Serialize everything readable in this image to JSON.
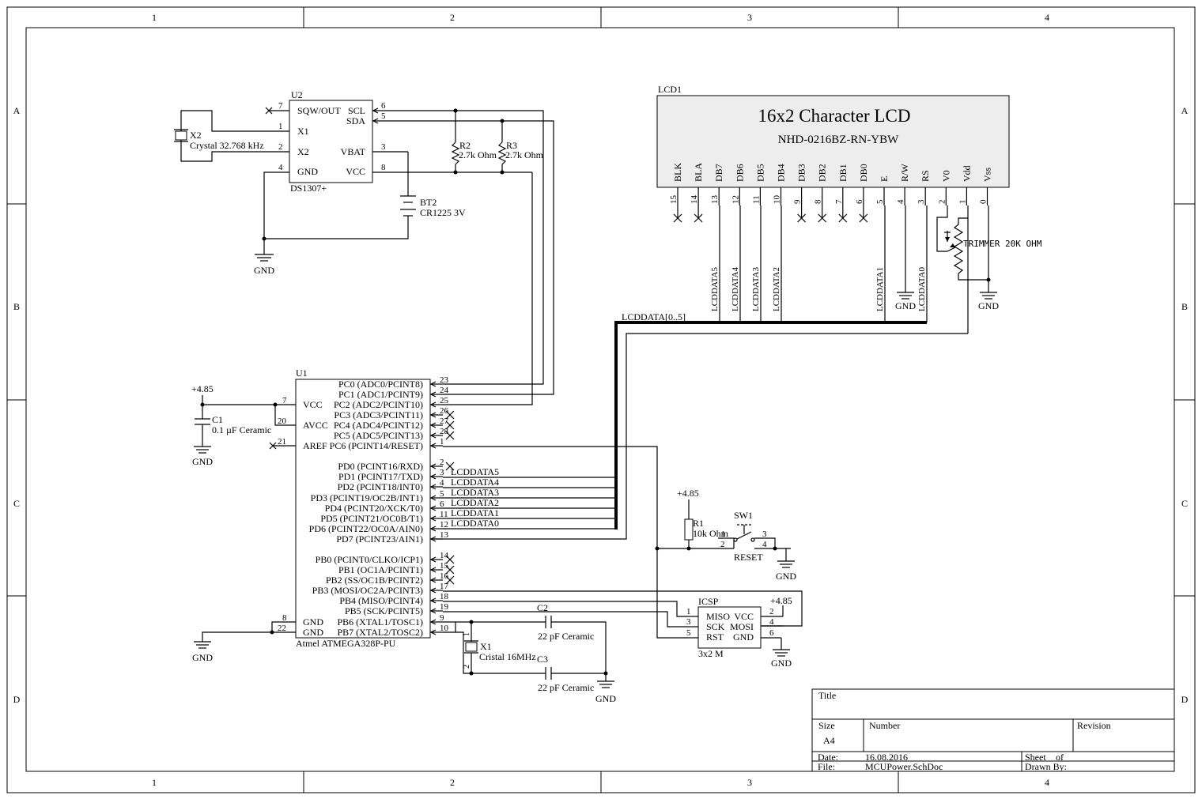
{
  "border": {
    "columns": [
      "1",
      "2",
      "3",
      "4"
    ],
    "rows": [
      "A",
      "B",
      "C",
      "D"
    ]
  },
  "lcd": {
    "designator": "LCD1",
    "title": "16x2 Character LCD",
    "part": "NHD-0216BZ-RN-YBW",
    "pins": [
      {
        "name": "BLK",
        "num": "15",
        "nc": true
      },
      {
        "name": "BLA",
        "num": "14",
        "nc": true
      },
      {
        "name": "DB7",
        "num": "13",
        "nc": false
      },
      {
        "name": "DB6",
        "num": "12",
        "nc": false
      },
      {
        "name": "DB5",
        "num": "11",
        "nc": false
      },
      {
        "name": "DB4",
        "num": "10",
        "nc": false
      },
      {
        "name": "DB3",
        "num": "9",
        "nc": true
      },
      {
        "name": "DB2",
        "num": "8",
        "nc": true
      },
      {
        "name": "DB1",
        "num": "7",
        "nc": true
      },
      {
        "name": "DB0",
        "num": "6",
        "nc": true
      },
      {
        "name": "E",
        "num": "5",
        "nc": false
      },
      {
        "name": "R/W",
        "num": "4",
        "nc": false
      },
      {
        "name": "RS",
        "num": "3",
        "nc": false
      },
      {
        "name": "V0",
        "num": "2",
        "nc": false
      },
      {
        "name": "Vdd",
        "num": "1",
        "nc": false
      },
      {
        "name": "Vss",
        "num": "0",
        "nc": false
      }
    ],
    "net_labels": [
      "LCDDATA5",
      "LCDDATA4",
      "LCDDATA3",
      "LCDDATA2",
      "LCDDATA1",
      "LCDDATA0"
    ],
    "trimmer": "TRIMMER 20K OHM",
    "bus_label": "LCDDATA[0..5]"
  },
  "rtc": {
    "designator": "U2",
    "part": "DS1307+",
    "left_pins": [
      {
        "name": "SQW/OUT",
        "num": "7"
      },
      {
        "name": "X1",
        "num": "1"
      },
      {
        "name": "X2",
        "num": "2"
      },
      {
        "name": "GND",
        "num": "4"
      }
    ],
    "right_pins": [
      {
        "name": "SCL",
        "num": "6"
      },
      {
        "name": "SDA",
        "num": "5"
      },
      {
        "name": "VBAT",
        "num": "3"
      },
      {
        "name": "VCC",
        "num": "8"
      }
    ],
    "crystal_ref": "X2",
    "crystal_value": "Crystal 32.768 kHz",
    "battery_ref": "BT2",
    "battery_value": "CR1225 3V",
    "r2_ref": "R2",
    "r2_value": "2.7k Ohm",
    "r3_ref": "R3",
    "r3_value": "2.7k Ohm"
  },
  "mcu": {
    "designator": "U1",
    "part": "Atmel ATMEGA328P-PU",
    "left_pins": [
      {
        "name": "VCC",
        "num": "7"
      },
      {
        "name": "AVCC",
        "num": "20"
      },
      {
        "name": "AREF",
        "num": "21"
      },
      {
        "name": "GND",
        "num": "8"
      },
      {
        "name": "GND",
        "num": "22"
      }
    ],
    "right_pins": [
      {
        "name": "PC0 (ADC0/PCINT8)",
        "num": "23"
      },
      {
        "name": "PC1 (ADC1/PCINT9)",
        "num": "24"
      },
      {
        "name": "PC2 (ADC2/PCINT10)",
        "num": "25"
      },
      {
        "name": "PC3 (ADC3/PCINT11)",
        "num": "26"
      },
      {
        "name": "PC4 (ADC4/PCINT12)",
        "num": "27"
      },
      {
        "name": "PC5 (ADC5/PCINT13)",
        "num": "28"
      },
      {
        "name": "PC6 (PCINT14/RESET)",
        "num": "1"
      },
      {
        "name": "PD0 (PCINT16/RXD)",
        "num": "2"
      },
      {
        "name": "PD1 (PCINT17/TXD)",
        "num": "3"
      },
      {
        "name": "PD2 (PCINT18/INT0)",
        "num": "4"
      },
      {
        "name": "PD3 (PCINT19/OC2B/INT1)",
        "num": "5"
      },
      {
        "name": "PD4 (PCINT20/XCK/T0)",
        "num": "6"
      },
      {
        "name": "PD5 (PCINT21/OC0B/T1)",
        "num": "11"
      },
      {
        "name": "PD6 (PCINT22/OC0A/AIN0)",
        "num": "12"
      },
      {
        "name": "PD7 (PCINT23/AIN1)",
        "num": "13"
      },
      {
        "name": "PB0 (PCINT0/CLKO/ICP1)",
        "num": "14"
      },
      {
        "name": "PB1 (OC1A/PCINT1)",
        "num": "15"
      },
      {
        "name": "PB2 (SS/OC1B/PCINT2)",
        "num": "16"
      },
      {
        "name": "PB3 (MOSI/OC2A/PCINT3)",
        "num": "17"
      },
      {
        "name": "PB4 (MISO/PCINT4)",
        "num": "18"
      },
      {
        "name": "PB5 (SCK/PCINT5)",
        "num": "19"
      },
      {
        "name": "PB6 (XTAL1/TOSC1)",
        "num": "9"
      },
      {
        "name": "PB7 (XTAL2/TOSC2)",
        "num": "10"
      }
    ],
    "pd_nets": [
      "LCDDATA5",
      "LCDDATA4",
      "LCDDATA3",
      "LCDDATA2",
      "LCDDATA1",
      "LCDDATA0"
    ],
    "power_label": "+4.85",
    "c1_ref": "C1",
    "c1_value": "0.1 µF Ceramic",
    "gnd_label": "GND"
  },
  "osc": {
    "crystal_ref": "X1",
    "crystal_value": "Cristal 16MHz",
    "pin1": "1",
    "pin2": "2",
    "c2_ref": "C2",
    "c2_value": "22 pF Ceramic",
    "c3_ref": "C3",
    "c3_value": "22 pF Ceramic"
  },
  "reset": {
    "power_label": "+4.85",
    "r1_ref": "R1",
    "r1_value": "10k Ohm",
    "sw_ref": "SW1",
    "sw_value": "RESET",
    "sw_pins": [
      "1",
      "2",
      "3",
      "4"
    ]
  },
  "icsp": {
    "designator": "ICSP",
    "part": "3x2 M",
    "left_pins": [
      {
        "name": "MISO",
        "num": "1"
      },
      {
        "name": "SCK",
        "num": "3"
      },
      {
        "name": "RST",
        "num": "5"
      }
    ],
    "right_pins": [
      {
        "name": "VCC",
        "num": "2"
      },
      {
        "name": "MOSI",
        "num": "4"
      },
      {
        "name": "GND",
        "num": "6"
      }
    ],
    "power_label": "+4.85"
  },
  "title_block": {
    "title_label": "Title",
    "size_label": "Size",
    "size_value": "A4",
    "number_label": "Number",
    "revision_label": "Revision",
    "date_label": "Date:",
    "date_value": "16.08.2016",
    "file_label": "File:",
    "file_value": "MCUPower.SchDoc",
    "sheet_label": "Sheet",
    "of_label": "of",
    "drawn_label": "Drawn By:"
  }
}
